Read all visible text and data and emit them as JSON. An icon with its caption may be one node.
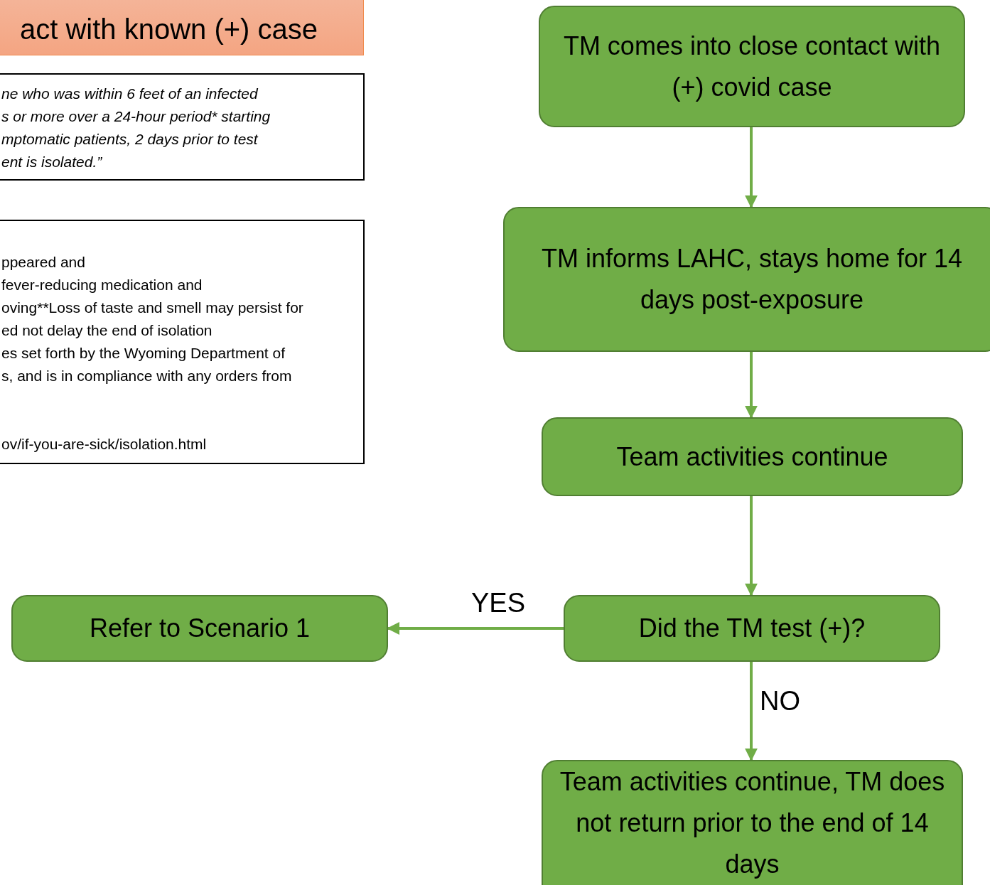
{
  "diagram": {
    "nodes": [
      {
        "text": [
          "act with known (+) case"
        ]
      },
      {
        "text": [
          "ne who was within 6 feet of an infected",
          "s or more over a 24-hour period* starting",
          "mptomatic patients, 2 days prior to test",
          "ent is isolated.”"
        ]
      },
      {
        "text": [
          "ppeared and",
          "fever-reducing medication and",
          "oving**Loss of taste and smell may persist for",
          "ed not delay the end of isolation",
          "es set forth by the Wyoming Department of",
          "s, and is in compliance with any orders from",
          "ov/if-you-are-sick/isolation.html"
        ]
      },
      {
        "text": [
          "TM comes into close contact with (+) covid case"
        ]
      },
      {
        "text": [
          "TM informs LAHC, stays home for 14 days post-exposure"
        ]
      },
      {
        "text": [
          "Team activities continue"
        ]
      },
      {
        "text": [
          "Did the TM test (+)?"
        ]
      },
      {
        "text": [
          "Refer to Scenario 1"
        ]
      },
      {
        "text": [
          "Team activities continue, TM does not return prior to the end of 14 days"
        ]
      }
    ],
    "edges": [
      {
        "from": 3,
        "to": 4,
        "arrow": "to"
      },
      {
        "from": 4,
        "to": 5,
        "arrow": "to"
      },
      {
        "from": 5,
        "to": 6,
        "arrow": "to"
      },
      {
        "from": 6,
        "to": 7,
        "arrow": "to",
        "label": "YES"
      },
      {
        "from": 6,
        "to": 8,
        "arrow": "to",
        "label": "NO"
      }
    ]
  }
}
